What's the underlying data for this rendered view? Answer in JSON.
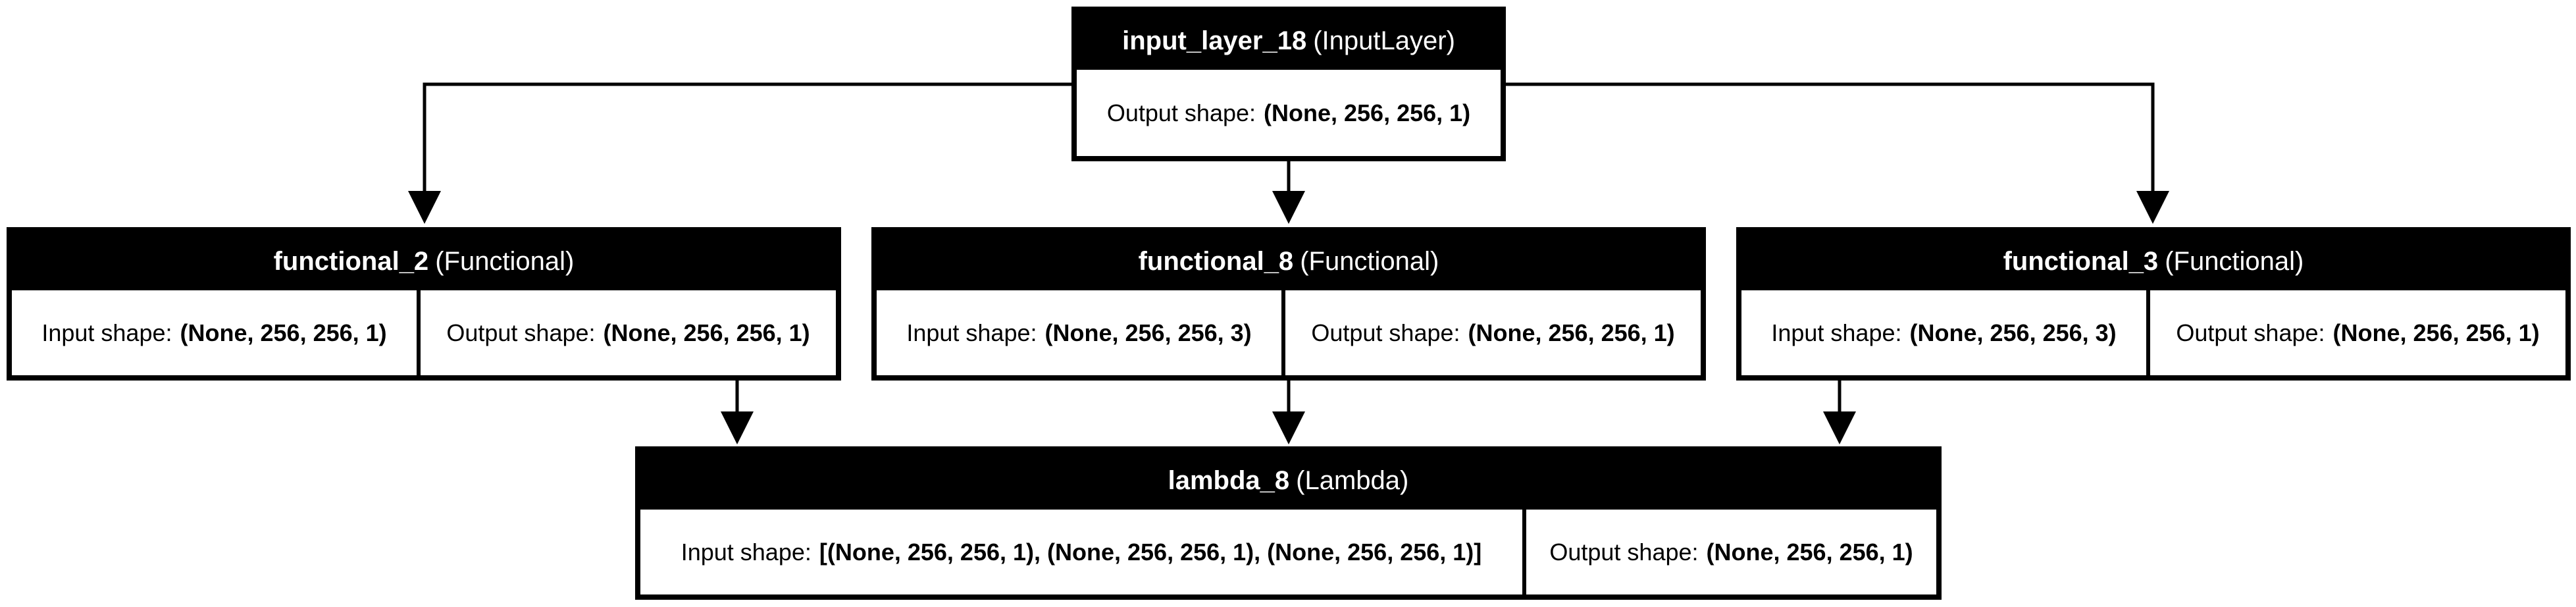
{
  "nodes": {
    "input": {
      "name": "input_layer_18",
      "type": "(InputLayer)",
      "output_label": "Output shape:",
      "output_value": "(None, 256, 256, 1)"
    },
    "f2": {
      "name": "functional_2",
      "type": "(Functional)",
      "input_label": "Input shape:",
      "input_value": "(None, 256, 256, 1)",
      "output_label": "Output shape:",
      "output_value": "(None, 256, 256, 1)"
    },
    "f8": {
      "name": "functional_8",
      "type": "(Functional)",
      "input_label": "Input shape:",
      "input_value": "(None, 256, 256, 3)",
      "output_label": "Output shape:",
      "output_value": "(None, 256, 256, 1)"
    },
    "f3": {
      "name": "functional_3",
      "type": "(Functional)",
      "input_label": "Input shape:",
      "input_value": "(None, 256, 256, 3)",
      "output_label": "Output shape:",
      "output_value": "(None, 256, 256, 1)"
    },
    "lambda": {
      "name": "lambda_8",
      "type": "(Lambda)",
      "input_label": "Input shape:",
      "input_value": "[(None, 256, 256, 1), (None, 256, 256, 1), (None, 256, 256, 1)]",
      "output_label": "Output shape:",
      "output_value": "(None, 256, 256, 1)"
    }
  },
  "colors": {
    "box_border": "#000000",
    "header_bg": "#000000",
    "header_text": "#ffffff",
    "edge": "#000000"
  },
  "edges": [
    {
      "from": "input_layer_18",
      "to": "functional_2"
    },
    {
      "from": "input_layer_18",
      "to": "functional_8"
    },
    {
      "from": "input_layer_18",
      "to": "functional_3"
    },
    {
      "from": "functional_2",
      "to": "lambda_8"
    },
    {
      "from": "functional_8",
      "to": "lambda_8"
    },
    {
      "from": "functional_3",
      "to": "lambda_8"
    }
  ]
}
